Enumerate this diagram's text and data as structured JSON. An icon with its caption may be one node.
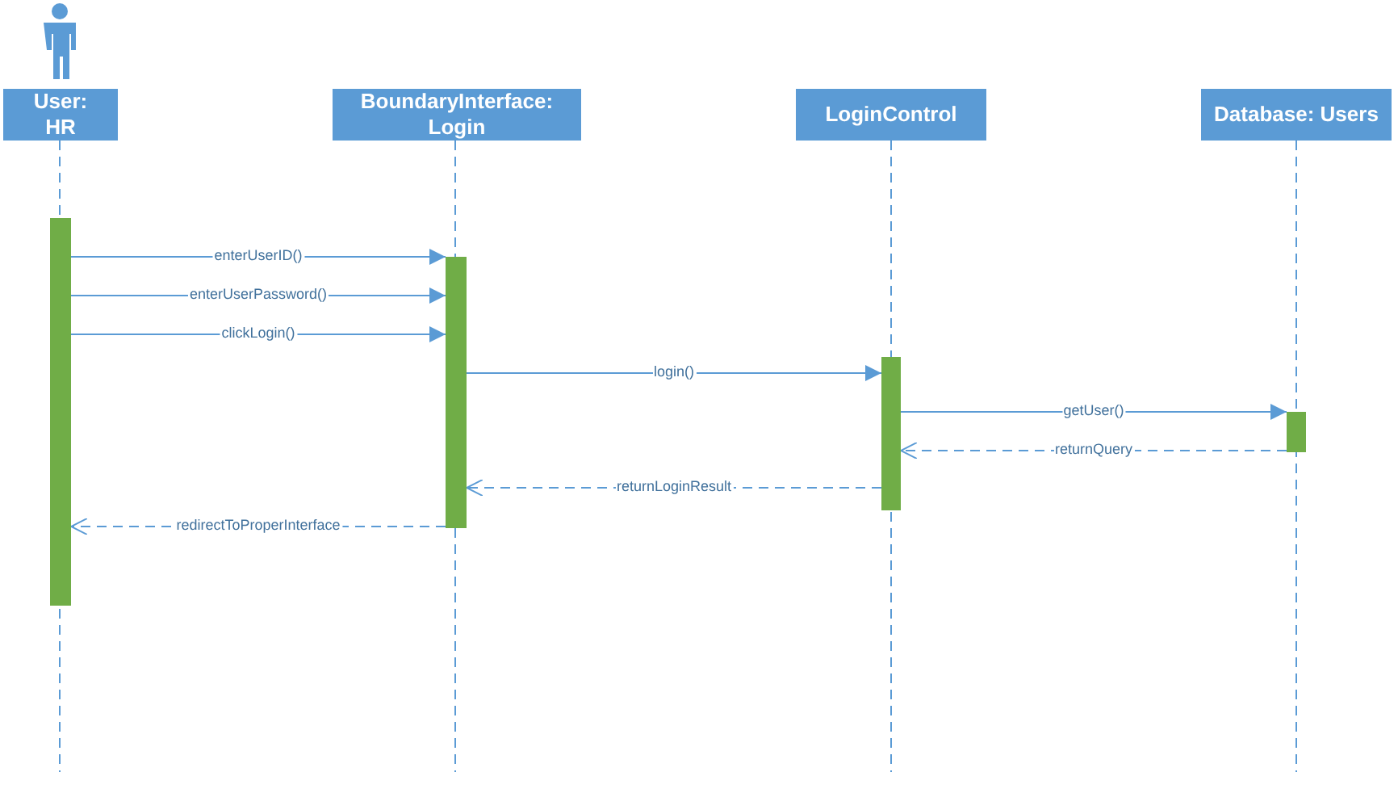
{
  "diagram": {
    "nodes": [
      {
        "text": [
          "User: HR"
        ]
      },
      {
        "text": [
          "BoundaryInterface: Login"
        ]
      },
      {
        "text": [
          "LoginControl"
        ]
      },
      {
        "text": [
          "Database: Users"
        ]
      },
      {
        "text": [],
        "shape": "bar"
      },
      {
        "text": [],
        "shape": "bar"
      },
      {
        "text": [],
        "shape": "bar"
      },
      {
        "text": [],
        "shape": "bar"
      }
    ],
    "edges": [
      {
        "from": 4,
        "to": 5,
        "arrow": "to",
        "label": "enterUserID()"
      },
      {
        "from": 4,
        "to": 5,
        "arrow": "to",
        "label": "enterUserPassword()"
      },
      {
        "from": 4,
        "to": 5,
        "arrow": "to",
        "label": "clickLogin()"
      },
      {
        "from": 5,
        "to": 6,
        "arrow": "to",
        "label": "login()"
      },
      {
        "from": 6,
        "to": 7,
        "arrow": "to",
        "label": "getUser()"
      },
      {
        "from": 7,
        "to": 6,
        "arrow": "to",
        "label": "returnQuery",
        "style": "dashed"
      },
      {
        "from": 6,
        "to": 5,
        "arrow": "to",
        "label": "returnLoginResult",
        "style": "dashed"
      },
      {
        "from": 5,
        "to": 4,
        "arrow": "to",
        "label": "redirectToProperInterface",
        "style": "dashed"
      }
    ]
  }
}
